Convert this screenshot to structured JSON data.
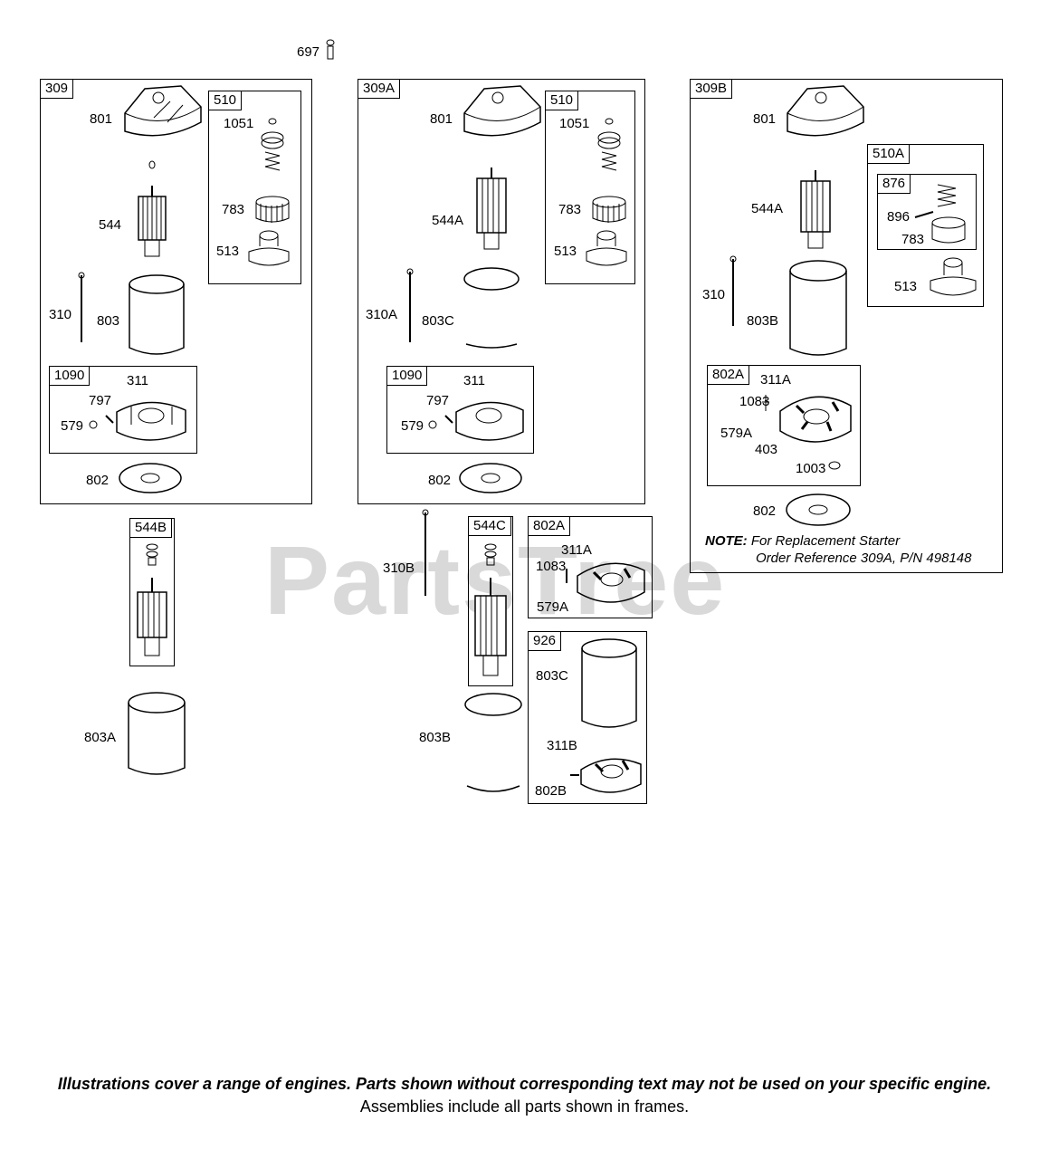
{
  "watermark": "PartsTree",
  "labels": {
    "p697": "697",
    "a309_801": "801",
    "a309_544": "544",
    "a309_310": "310",
    "a309_803": "803",
    "a510_1051": "1051",
    "a510_783": "783",
    "a510_513": "513",
    "a1090_311": "311",
    "a1090_797": "797",
    "a1090_579": "579",
    "a309_802": "802",
    "a309A_801": "801",
    "a309A_544A": "544A",
    "a309A_310A": "310A",
    "a309A_803C": "803C",
    "b510_1051": "1051",
    "b510_783": "783",
    "b510_513": "513",
    "b1090_311": "311",
    "b1090_797": "797",
    "b1090_579": "579",
    "a309A_802": "802",
    "a309B_801": "801",
    "a309B_544A": "544A",
    "a309B_310": "310",
    "a309B_803B": "803B",
    "a510A_513": "513",
    "a876_896": "896",
    "a876_783": "783",
    "a802A_311A": "311A",
    "a802A_1083": "1083",
    "a802A_579A": "579A",
    "a802A_403": "403",
    "a802A_1003": "1003",
    "a309B_802": "802",
    "p803A": "803A",
    "p310B": "310B",
    "p803B": "803B",
    "b802A_311A": "311A",
    "b802A_1083": "1083",
    "b802A_579A": "579A",
    "a926_803C": "803C",
    "a926_311B": "311B",
    "a926_802B": "802B"
  },
  "frames": {
    "f309": "309",
    "f510a": "510",
    "f1090a": "1090",
    "f309A": "309A",
    "f510b": "510",
    "f1090b": "1090",
    "f309B": "309B",
    "f510A": "510A",
    "f876": "876",
    "f802A_a": "802A",
    "f544B": "544B",
    "f544C": "544C",
    "f802A_b": "802A",
    "f926": "926"
  },
  "note": {
    "prefix": "NOTE:",
    "line1": "For Replacement Starter",
    "line2": "Order Reference 309A, P/N 498148"
  },
  "footer": {
    "line1": "Illustrations cover a range of engines. Parts shown without corresponding text may not be used on your specific engine.",
    "line2": "Assemblies include all parts shown in frames."
  }
}
